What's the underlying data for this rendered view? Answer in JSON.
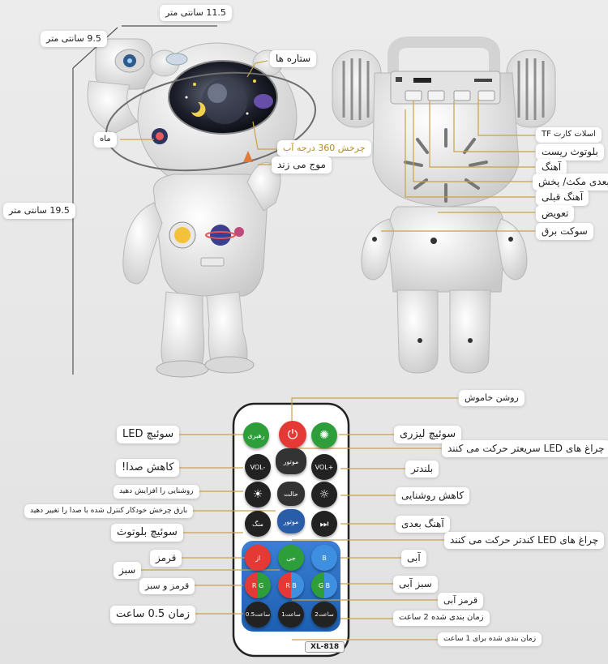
{
  "dimensions": {
    "width": "11.5 سانتی متر",
    "depth": "9.5 سانتی متر",
    "height": "19.5 سانتی متر"
  },
  "front_labels": {
    "stars": "ستاره ها",
    "moon": "ماه",
    "rotation": "چرخش 360 درجه آب",
    "wave": "موج می زند"
  },
  "back_labels": {
    "tf_slot": "اسلات کارت TF",
    "bt_reset": "بلوتوث ریست",
    "song": "آهنگ",
    "next_play": "بعدی مکث/ پخش",
    "prev_song": "آهنگ قبلی",
    "swap": "تعویض",
    "power_socket": "سوکت برق"
  },
  "remote_labels": {
    "power": "روشن خاموش",
    "led_switch": "سوئیچ LED",
    "laser_switch": "سوئیچ لیزری",
    "led_fast": "چراغ های LED سریعتر حرکت می کنند",
    "vol_down": "کاهش صدا!",
    "louder": "بلندتر",
    "brightness_up": "روشنایی را افزایش دهید",
    "brightness_down": "کاهش روشنایی",
    "rotation_sound": "بارق چرخش خودکار کنترل شده با صدا را تغییر دهید",
    "bt_switch": "سوئیچ بلوتوث",
    "next_song": "آهنگ بعدی",
    "led_slow": "چراغ های LED کندتر حرکت می کنند",
    "red": "قرمز",
    "blue": "آبی",
    "green": "سبز",
    "green_blue": "سبز آبی",
    "red_green": "قرمز و سبز",
    "red_blue": "قرمز آبی",
    "time_05": "زمان 0.5 ساعت",
    "time_2": "زمان بندی شده 2 ساعت",
    "time_1": "زمان بندی شده برای 1 ساعت"
  },
  "remote_keys": {
    "leader": "رهبری",
    "vol_minus": "VOL-",
    "vol_plus": "VOL+",
    "motor1": "موتور",
    "mode": "حالت",
    "motor2": "موتور",
    "mute": "منگ",
    "r": "از",
    "g": "جی",
    "b": "B",
    "rg": "R G",
    "rb": "R B",
    "gb": "G B",
    "t05": "0.5ساعت",
    "t1": "1ساعت",
    "t2": "2ساعت"
  },
  "model": "XL-818",
  "colors": {
    "key_dark": "#222222",
    "key_red": "#e53935",
    "key_green": "#2e9e3a",
    "key_blue": "#3f8fe0",
    "remote_body": "#ffffff"
  }
}
